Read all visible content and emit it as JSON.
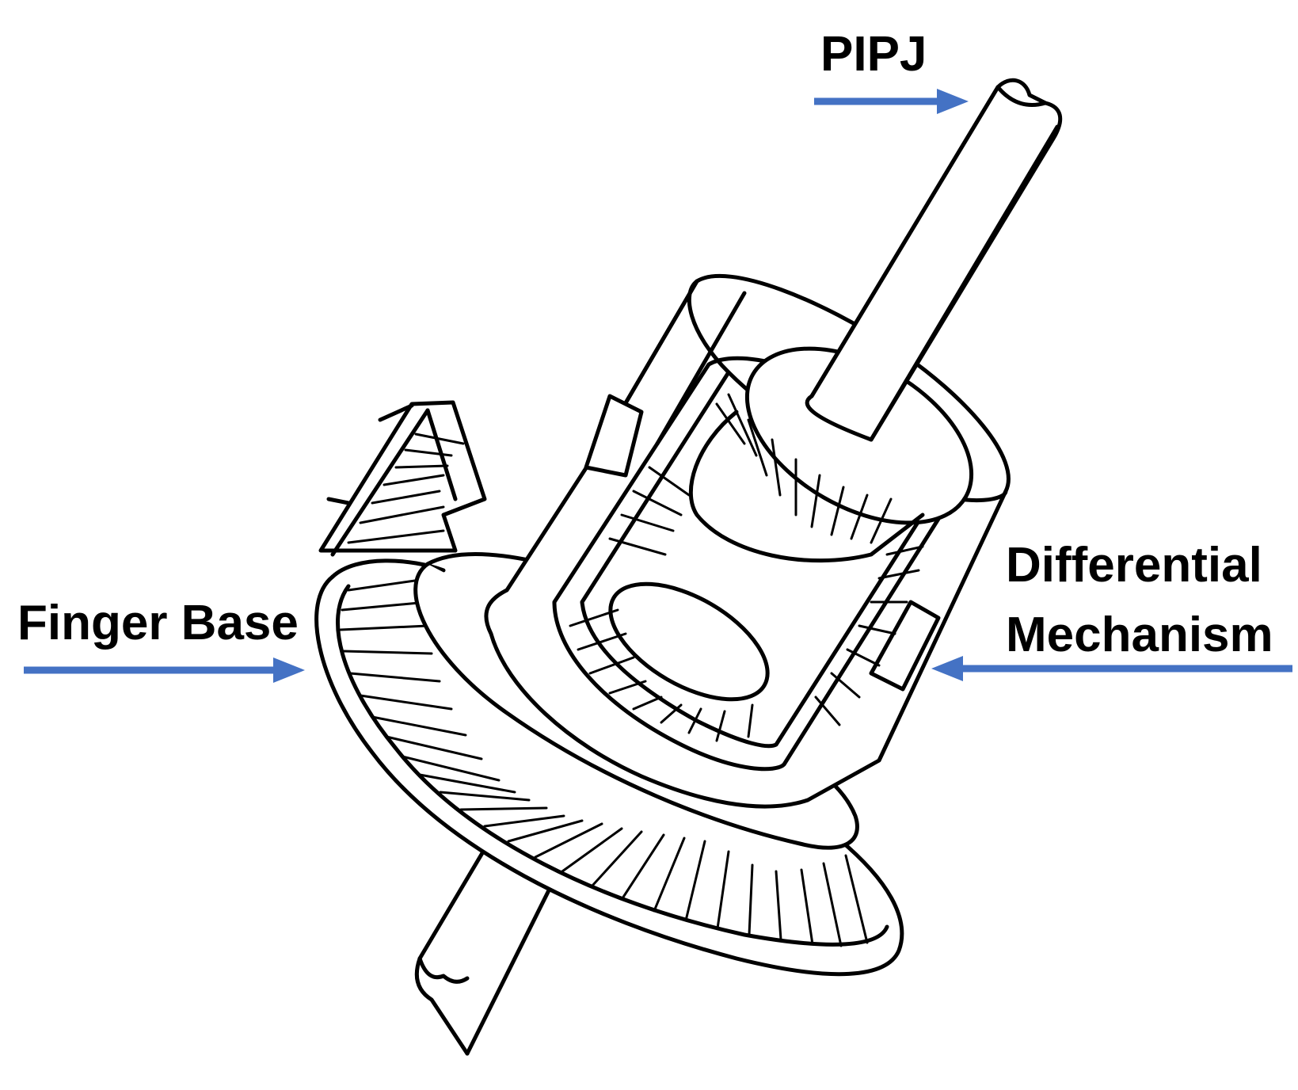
{
  "labels": {
    "pipj": "PIPJ",
    "finger_base": "Finger Base",
    "differential_line1": "Differential",
    "differential_line2": "Mechanism"
  },
  "colors": {
    "arrow": "#4472C4",
    "line": "#000000",
    "background": "#ffffff"
  }
}
